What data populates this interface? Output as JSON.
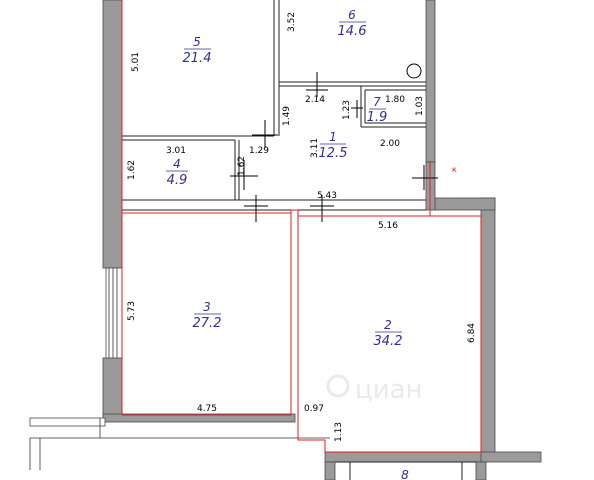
{
  "rooms": [
    {
      "id": "room-5",
      "number": "5",
      "area": "21.4"
    },
    {
      "id": "room-6",
      "number": "6",
      "area": "14.6"
    },
    {
      "id": "room-7",
      "number": "7",
      "area": "1.9"
    },
    {
      "id": "room-1",
      "number": "1",
      "area": "12.5"
    },
    {
      "id": "room-4",
      "number": "4",
      "area": "4.9"
    },
    {
      "id": "room-3",
      "number": "3",
      "area": "27.2"
    },
    {
      "id": "room-2",
      "number": "2",
      "area": "34.2"
    },
    {
      "id": "room-8",
      "number": "8",
      "area": ""
    }
  ],
  "dimensions": {
    "d_5_01": "5.01",
    "d_3_52": "3.52",
    "d_1_49": "1.49",
    "d_2_14": "2.14",
    "d_1_23": "1.23",
    "d_1_80": "1.80",
    "d_1_03": "1.03",
    "d_3_01": "3.01",
    "d_1_29": "1.29",
    "d_3_11": "3.11",
    "d_2_00": "2.00",
    "d_1_62_left": "1.62",
    "d_1_62_right": "1.62",
    "d_5_43": "5.43",
    "d_5_16": "5.16",
    "d_5_73": "5.73",
    "d_6_84": "6.84",
    "d_4_75": "4.75",
    "d_0_97": "0.97",
    "d_1_13": "1.13"
  },
  "marker": {
    "k": "к"
  },
  "watermark": {
    "text": "циан"
  },
  "colors": {
    "wall": "#9a9a9a",
    "outline": "#e0201e",
    "label": "#2f2f9a"
  }
}
